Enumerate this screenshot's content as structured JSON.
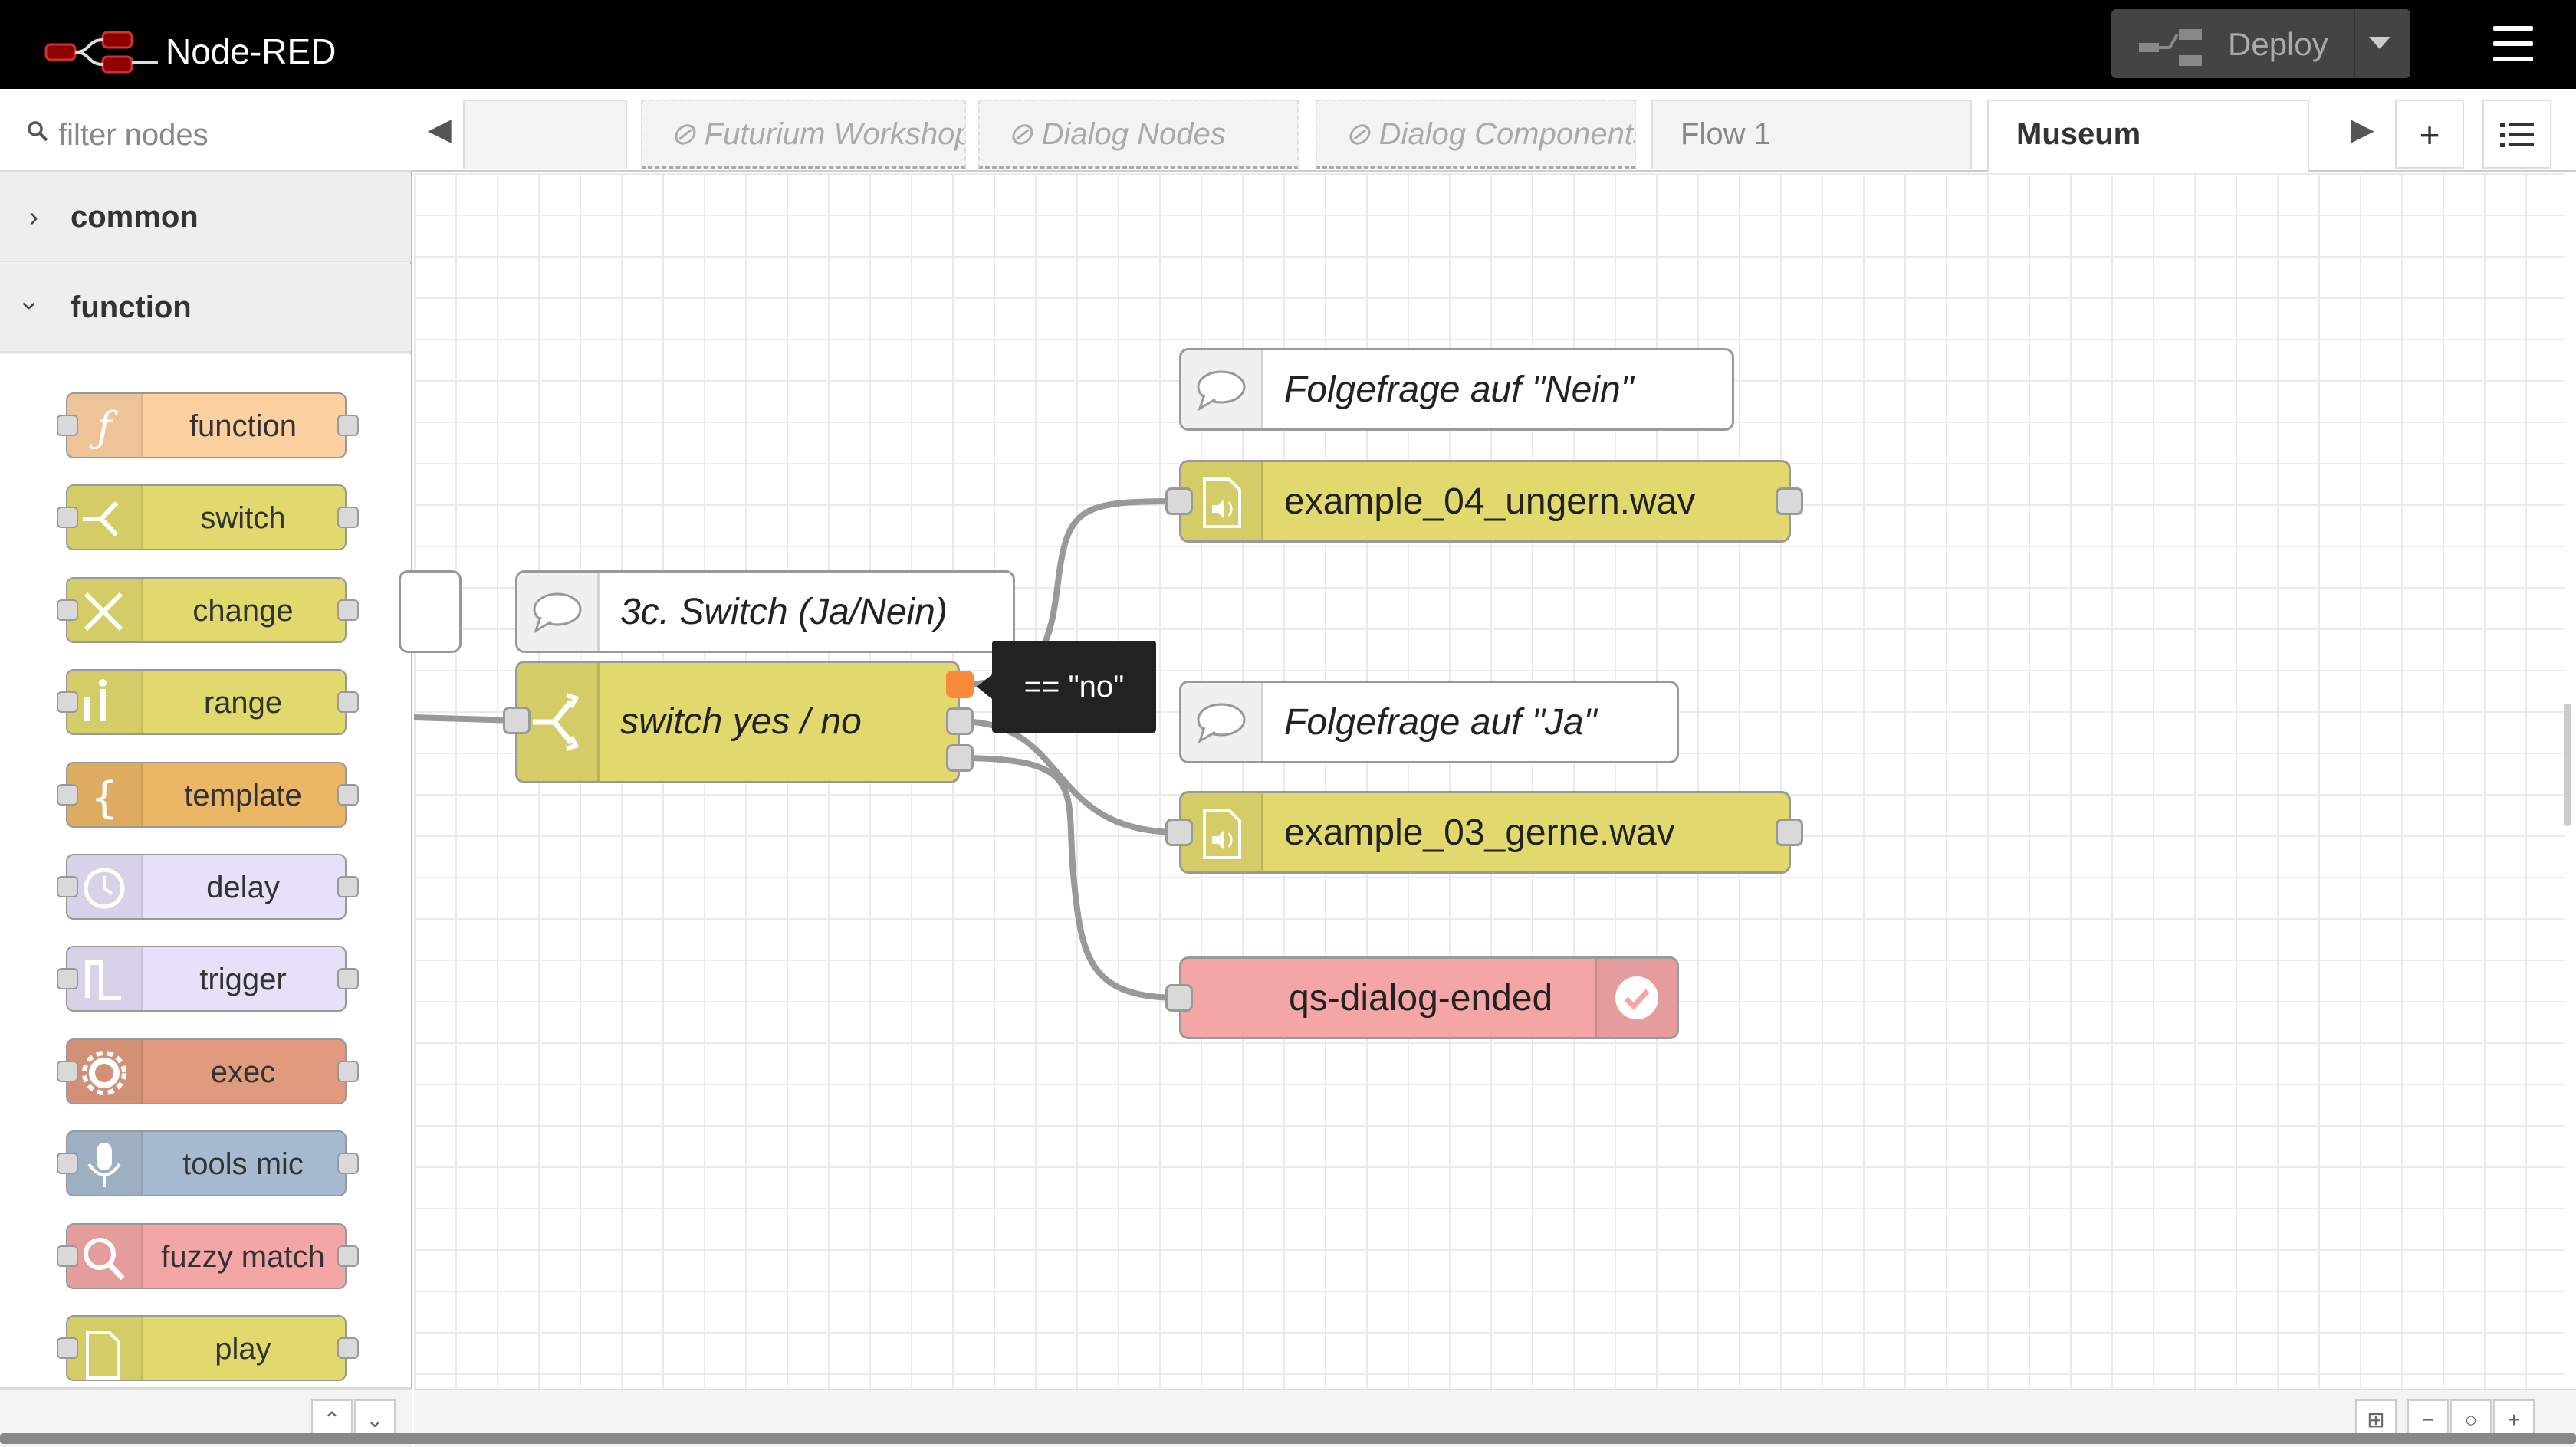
{
  "header": {
    "title": "Node-RED",
    "deploy_label": "Deploy"
  },
  "palette": {
    "filter_placeholder": "filter nodes",
    "categories": [
      {
        "label": "common",
        "expanded": false
      },
      {
        "label": "function",
        "expanded": true
      }
    ],
    "nodes": [
      {
        "label": "function",
        "color": "#fdd0a2",
        "icon": "function-icon"
      },
      {
        "label": "switch",
        "color": "#e2d96e",
        "icon": "switch-icon"
      },
      {
        "label": "change",
        "color": "#e2d96e",
        "icon": "change-icon"
      },
      {
        "label": "range",
        "color": "#e2d96e",
        "icon": "range-icon"
      },
      {
        "label": "template",
        "color": "#ebb767",
        "icon": "template-icon"
      },
      {
        "label": "delay",
        "color": "#e6e0f8",
        "icon": "clock-icon"
      },
      {
        "label": "trigger",
        "color": "#e6e0f8",
        "icon": "trigger-icon"
      },
      {
        "label": "exec",
        "color": "#e09a7e",
        "icon": "gear-icon"
      },
      {
        "label": "tools mic",
        "color": "#a6bbcf",
        "icon": "mic-icon"
      },
      {
        "label": "fuzzy match",
        "color": "#f4a6a6",
        "icon": "search-icon"
      },
      {
        "label": "play",
        "color": "#e2d96e",
        "icon": "audio-file-icon"
      }
    ]
  },
  "tabs": [
    {
      "label": "",
      "state": "hidden"
    },
    {
      "label": "Futurium Workshop",
      "state": "disabled"
    },
    {
      "label": "Dialog Nodes",
      "state": "disabled"
    },
    {
      "label": "Dialog Components",
      "state": "disabled"
    },
    {
      "label": "Flow 1",
      "state": "normal"
    },
    {
      "label": "Museum",
      "state": "active"
    }
  ],
  "canvas": {
    "comments": [
      {
        "label": "3c. Switch (Ja/Nein)"
      },
      {
        "label": "Folgefrage auf \"Nein\""
      },
      {
        "label": "Folgefrage auf \"Ja\""
      }
    ],
    "switch_node": {
      "label": "switch yes / no",
      "color": "#e2d96e"
    },
    "wav_nodes": [
      {
        "label": "example_04_ungern.wav",
        "color": "#e2d96e"
      },
      {
        "label": "example_03_gerne.wav",
        "color": "#e2d96e"
      }
    ],
    "end_node": {
      "label": "qs-dialog-ended",
      "color": "#f4a6a6"
    },
    "tooltip": "== \"no\"",
    "wire_color": "#999999",
    "port_highlight": "#f98b3b"
  }
}
